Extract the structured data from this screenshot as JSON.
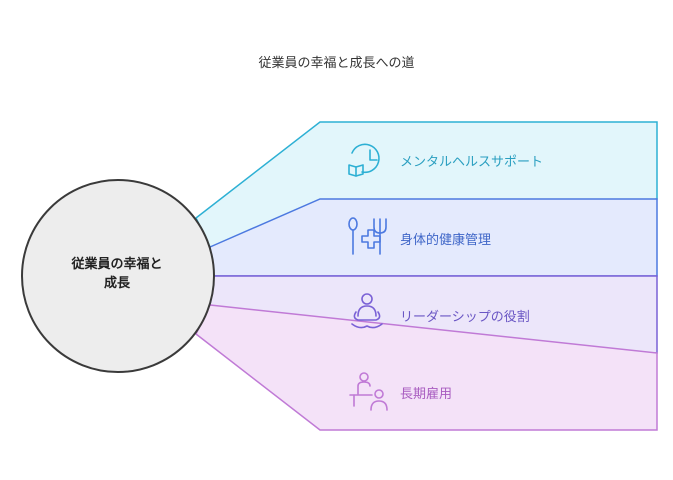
{
  "title": "従業員の幸福と成長への道",
  "center": {
    "label_line1": "従業員の幸福と",
    "label_line2": "成長"
  },
  "items": [
    {
      "label": "メンタルヘルスサポート",
      "icon": "heart-book-icon",
      "fill": "#E2F6FB",
      "stroke": "#2DB0D4",
      "text_color": "#2A9FC0"
    },
    {
      "label": "身体的健康管理",
      "icon": "fork-spoon-medical-icon",
      "fill": "#E4EAFD",
      "stroke": "#4C79E0",
      "text_color": "#3F66C8"
    },
    {
      "label": "リーダーシップの役割",
      "icon": "meditating-person-icon",
      "fill": "#ECE6FA",
      "stroke": "#7A61D6",
      "text_color": "#6A56C4"
    },
    {
      "label": "長期雇用",
      "icon": "people-desk-icon",
      "fill": "#F4E2F8",
      "stroke": "#C07AD6",
      "text_color": "#A85CC0"
    }
  ]
}
